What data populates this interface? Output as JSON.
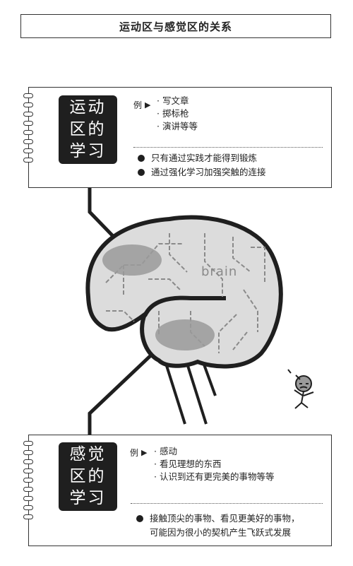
{
  "title": "运动区与感觉区的关系",
  "brain_label": "brain",
  "motor": {
    "tag_lines": [
      "运动",
      "区的",
      "学习"
    ],
    "example_label": "例",
    "examples": [
      "写文章",
      "掷标枪",
      "演讲等等"
    ],
    "points": [
      "只有通过实践才能得到锻炼",
      "通过强化学习加强突触的连接"
    ]
  },
  "sensory": {
    "tag_lines": [
      "感觉",
      "区的",
      "学习"
    ],
    "example_label": "例",
    "examples": [
      "感动",
      "看见理想的东西",
      "认识到还有更完美的事物等等"
    ],
    "points": [
      "接触顶尖的事物、看见更美好的事物，\n可能因为很小的契机产生飞跃式发展"
    ]
  },
  "colors": {
    "ink": "#1f1f1f",
    "brain_fill": "#dcdcdc",
    "region_fill": "#9a9a9a"
  }
}
